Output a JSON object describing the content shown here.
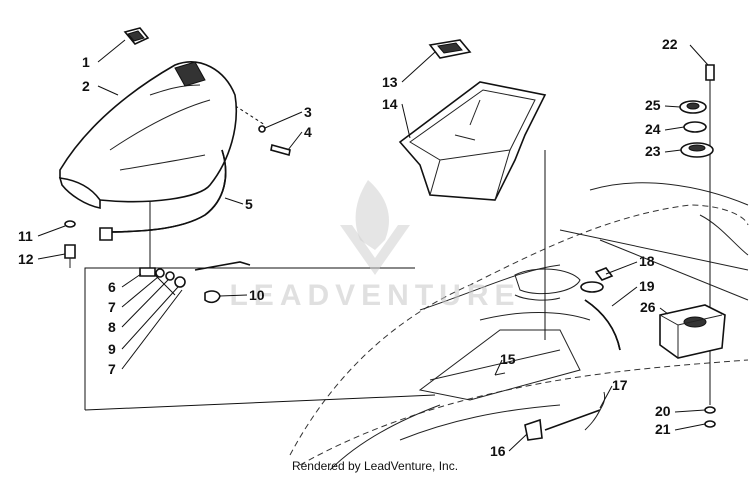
{
  "callouts": [
    "1",
    "2",
    "3",
    "4",
    "5",
    "6",
    "7",
    "8",
    "9",
    "7",
    "10",
    "11",
    "12",
    "13",
    "14",
    "15",
    "16",
    "17",
    "18",
    "19",
    "20",
    "21",
    "22",
    "23",
    "24",
    "25",
    "26"
  ],
  "watermark": "LEADVENTURE",
  "caption": "Rendered by LeadVenture, Inc."
}
